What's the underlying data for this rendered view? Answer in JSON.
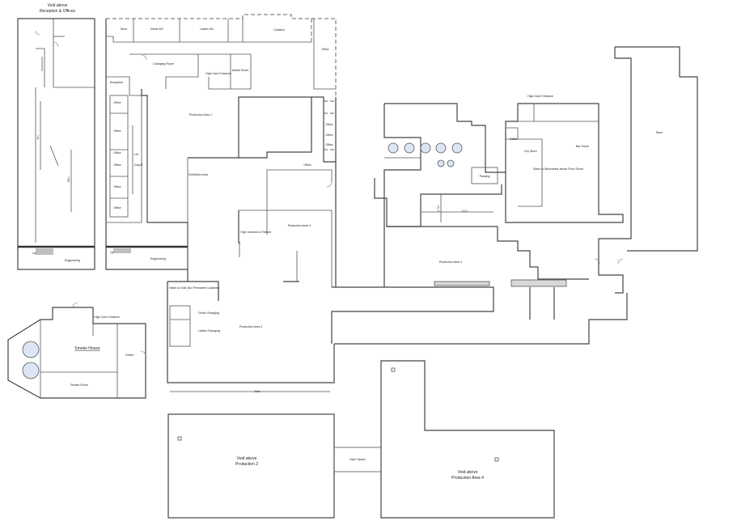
{
  "reception_block": {
    "title_line1": "Void above",
    "title_line2": "Reception & Offices",
    "engineering_left": "Engineering",
    "engineering_right": "Engineering",
    "dim_vertical": "25m",
    "dim_small": "4m",
    "up_left": "Up",
    "up_right": "Up",
    "reception": "Reception",
    "offices": [
      "Office",
      "Office",
      "Office",
      "Office",
      "Office",
      "Office"
    ],
    "lift": "Lift",
    "dog_leg": "Dog H"
  },
  "top_rooms": {
    "store": "Store",
    "gents_wc": "Gents WC",
    "ladies_wc": "Ladies WC",
    "canteen": "Canteen",
    "office_top": "Office",
    "changing_room": "Changing Room",
    "high_care_entrance": "High Care Entrance",
    "waste_room": "Waste Room"
  },
  "production_1": {
    "label": "Production Area 1",
    "exhibition_area": "Exhibition Area",
    "office": "Office",
    "offices_right": [
      "Office",
      "Office",
      "Office"
    ]
  },
  "production_3": {
    "label": "Production Area 3",
    "high_volumes_steam": "High Volumes of Steam"
  },
  "production_2": {
    "label": "Production Area 2",
    "ladders_label": "Hatch to Void (No Permanent Ladders)",
    "gents_changing": "Gents Changing",
    "ladies_changing": "Ladies Changing",
    "dim": "30m"
  },
  "smoke_house": {
    "title": "Smoke House",
    "high_care_entrance": "High Care Entrance",
    "smoke_room": "Smoke Room",
    "chiller": "Chiller"
  },
  "production_4": {
    "label": "Production Area 4",
    "dim_h": "13.5",
    "dim_v": "4.7m",
    "packing": "Packing"
  },
  "east_block": {
    "high_care_entrance": "High Care Entrance",
    "office": "Office",
    "dry_store": "Dry Store",
    "bar_room": "Bar Room",
    "stairs_note": "Stairs to Mezzanine above Flour Room",
    "store": "Store"
  },
  "lower_block": {
    "void_p2_line1": "Void above",
    "void_p2_line2": "Production 2",
    "open_space": "Open Space",
    "void_p4_line1": "Void above",
    "void_p4_line2": "Production Area 4"
  }
}
